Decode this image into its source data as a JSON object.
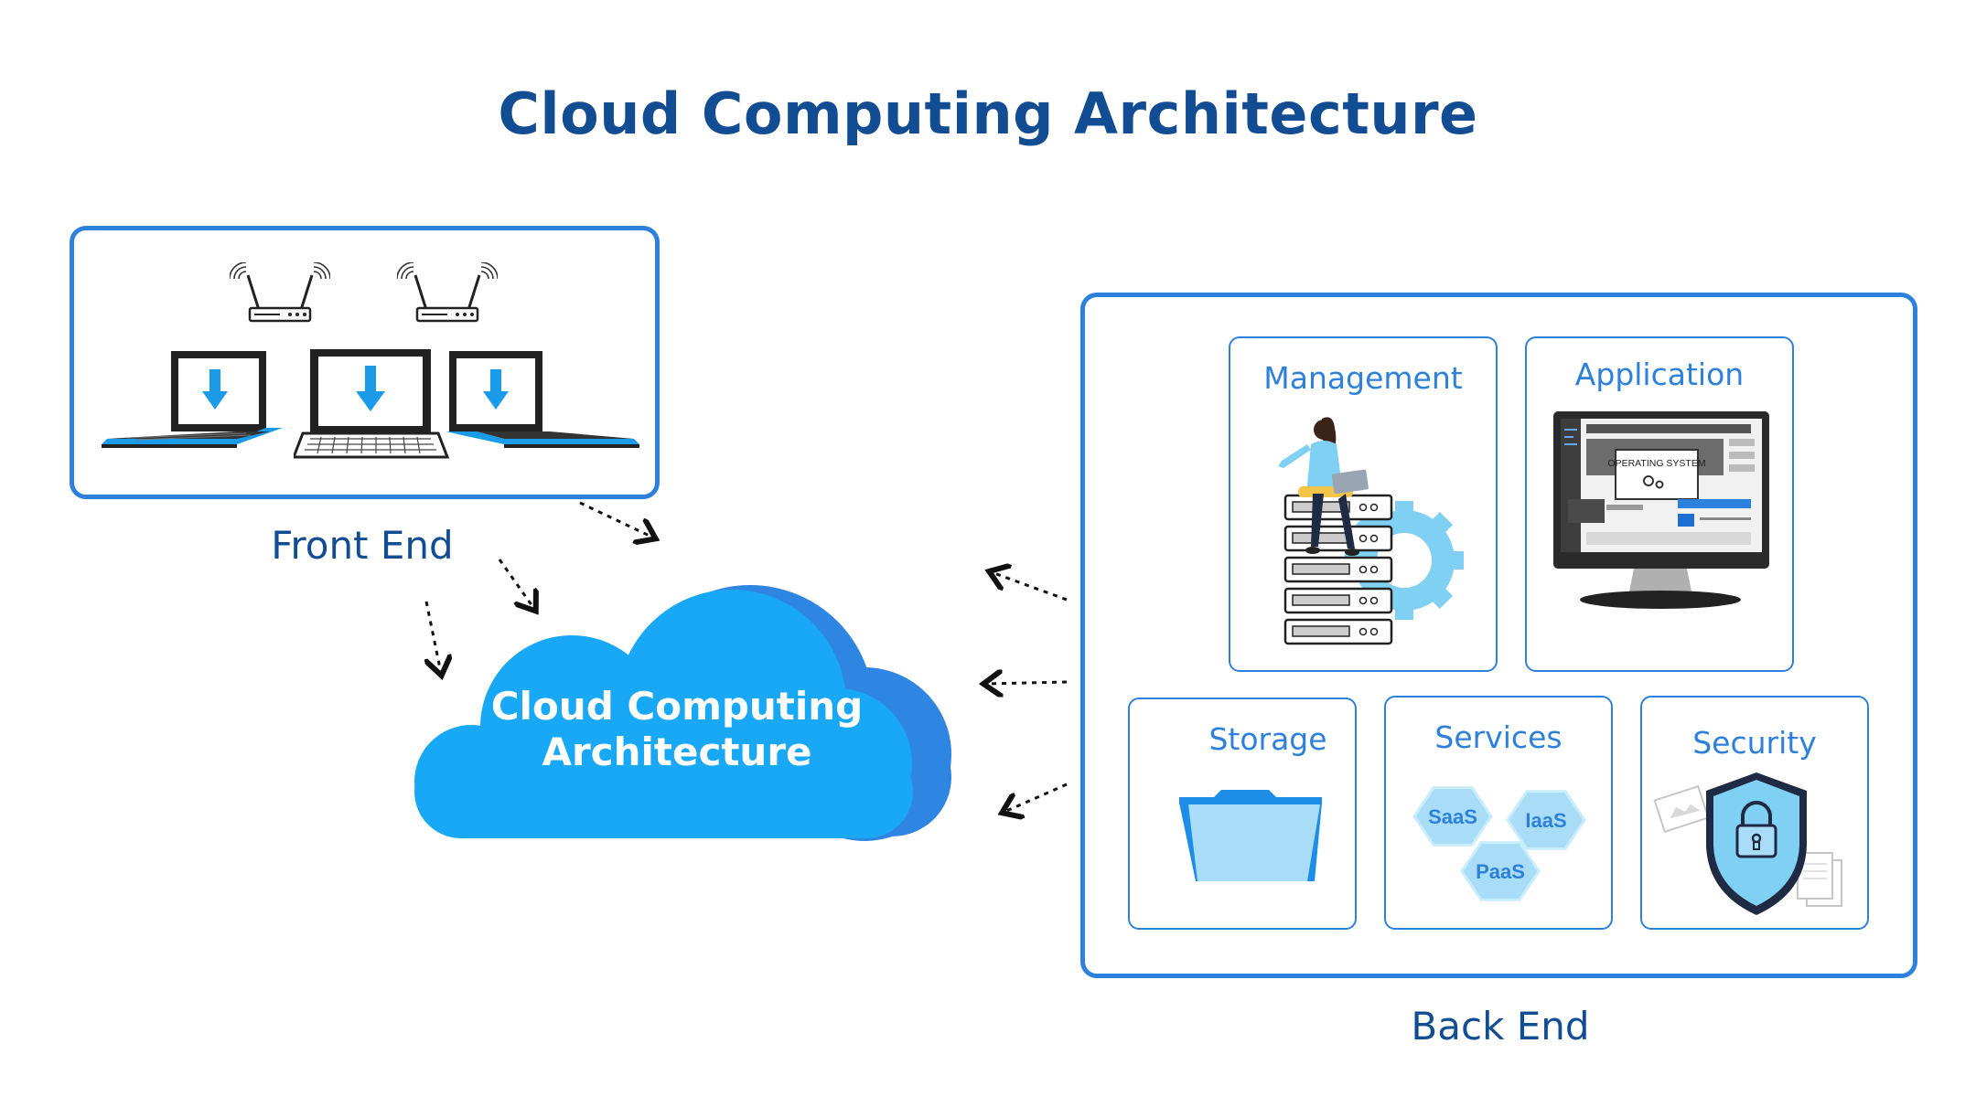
{
  "title": "Cloud Computing Architecture",
  "front_end": {
    "label": "Front End"
  },
  "cloud": {
    "line1": "Cloud Computing",
    "line2": "Architecture"
  },
  "back_end": {
    "label": "Back End",
    "cards": {
      "management": "Management",
      "application": "Application",
      "storage": "Storage",
      "services": "Services",
      "security": "Security"
    },
    "services_items": [
      "SaaS",
      "IaaS",
      "PaaS"
    ],
    "os_screen_text": "OPERATING SYSTEM"
  },
  "colors": {
    "title": "#124d94",
    "border": "#2d80dc",
    "cloud_main": "#18a8f5",
    "cloud_shadow": "#2f86e2",
    "light_blue": "#a9dcf7"
  },
  "icons": [
    "wifi-router-icon",
    "laptop-download-icon",
    "folder-icon",
    "shield-lock-icon",
    "server-rack-icon",
    "monitor-icon",
    "gear-icon"
  ]
}
